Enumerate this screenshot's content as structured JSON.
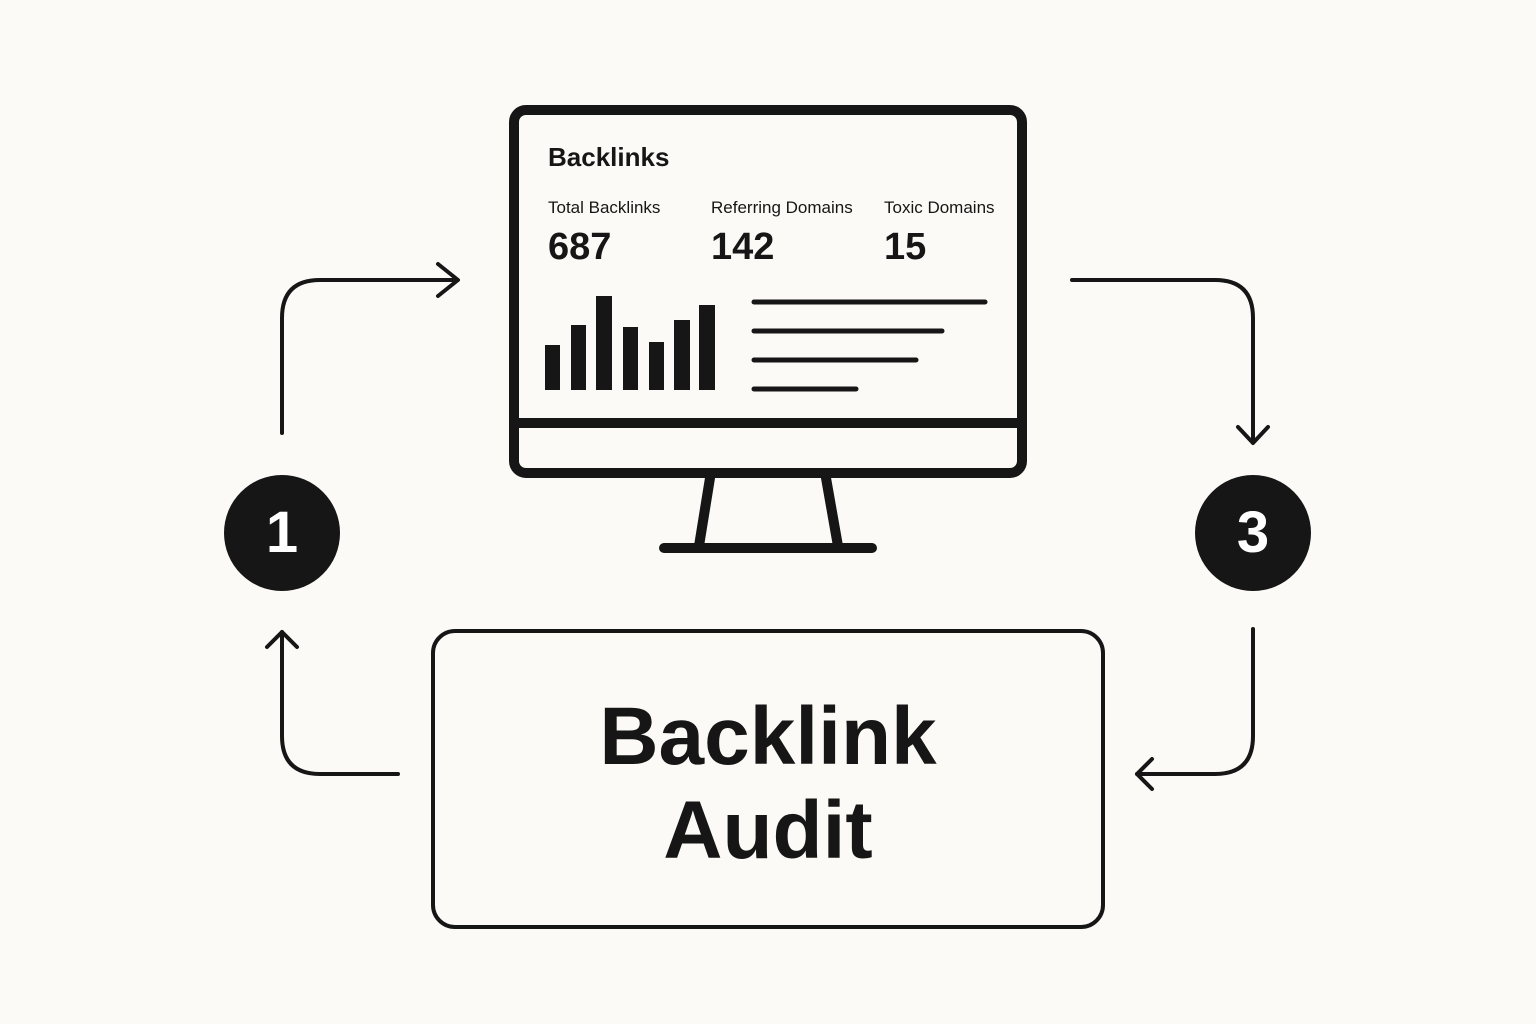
{
  "dashboard": {
    "title": "Backlinks",
    "metrics": [
      {
        "label": "Total Backlinks",
        "value": "687"
      },
      {
        "label": "Referring Domains",
        "value": "142"
      },
      {
        "label": "Toxic Domains",
        "value": "15"
      }
    ]
  },
  "steps": [
    {
      "number": "1"
    },
    {
      "number": "3"
    }
  ],
  "audit": {
    "line1": "Backlink",
    "line2": "Audit"
  },
  "colors": {
    "background": "#fcfaf6",
    "ink": "#161616",
    "badge_text": "#ffffff"
  }
}
